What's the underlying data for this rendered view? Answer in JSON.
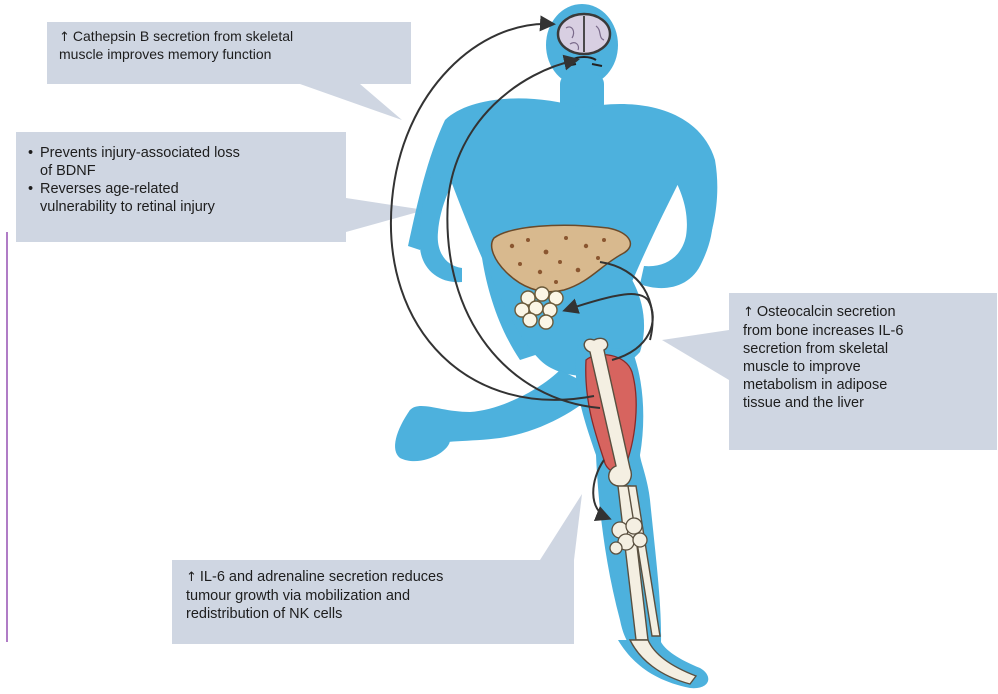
{
  "colors": {
    "body": "#4db1dd",
    "callout_bg": "#cfd6e2",
    "muscle": "#d7645f",
    "bone": "#f4efe2",
    "liver": "#b27a4a",
    "arrow": "#333333"
  },
  "callouts": {
    "cathepsin": {
      "arrow": "↑",
      "lines": [
        "Cathepsin B secretion from skeletal",
        "muscle improves memory function"
      ]
    },
    "bdnf": {
      "bullets": [
        [
          "Prevents injury-associated loss",
          "of BDNF"
        ],
        [
          "Reverses age-related",
          "vulnerability to retinal injury"
        ]
      ]
    },
    "osteocalcin": {
      "arrow": "↑",
      "lines": [
        "Osteocalcin secretion",
        "from bone increases IL-6",
        "secretion from skeletal",
        "muscle to improve",
        "metabolism in adipose",
        "tissue and the liver"
      ]
    },
    "il6": {
      "arrow": "↑",
      "lines": [
        "IL-6 and adrenaline secretion reduces",
        "tumour growth via mobilization and",
        "redistribution of NK cells"
      ]
    }
  },
  "icons": {
    "brain": "brain-icon",
    "liver": "liver-icon",
    "adipose": "adipose-tissue-icon",
    "muscle": "skeletal-muscle-icon",
    "bone": "leg-bone-icon",
    "tumour": "tumour-icon"
  }
}
